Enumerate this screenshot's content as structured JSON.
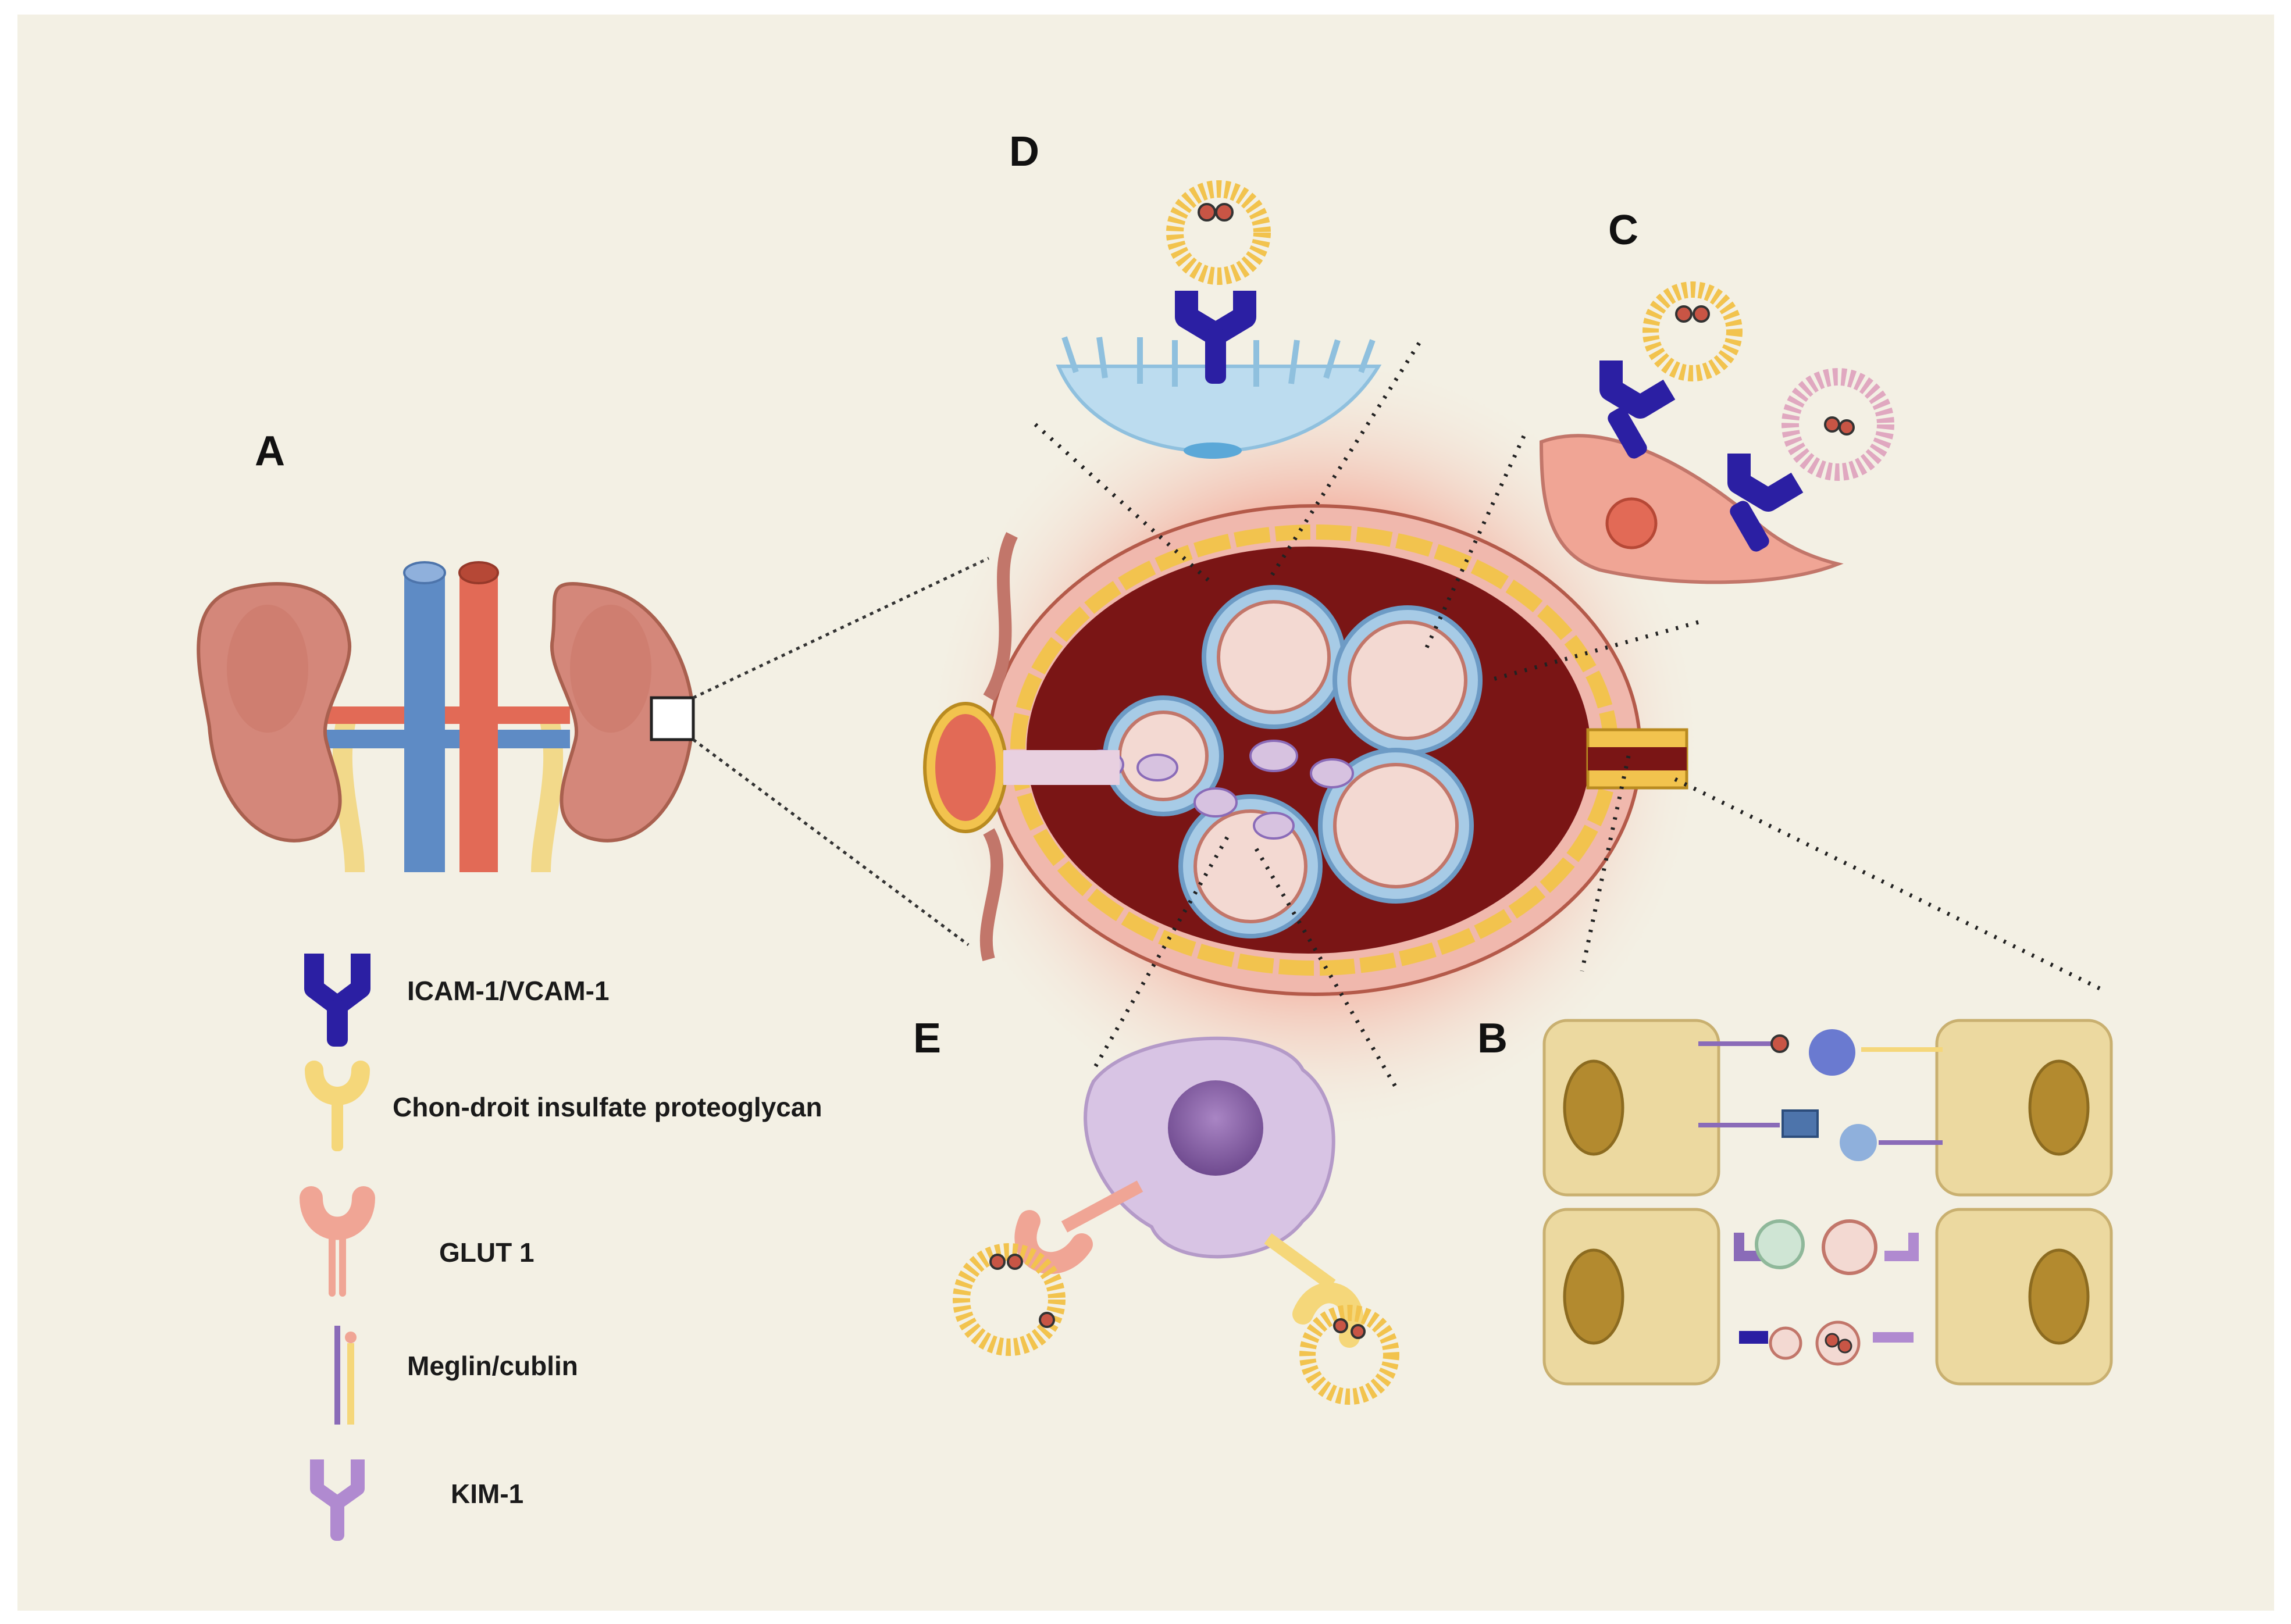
{
  "panels": {
    "a": "A",
    "b": "B",
    "c": "C",
    "d": "D",
    "e": "E"
  },
  "legend": {
    "icam": "ICAM-1/VCAM-1",
    "chondroitin": "Chon-droit insulfate proteoglycan",
    "glut1": "GLUT 1",
    "megalin": "Meglin/cublin",
    "kim1": "KIM-1"
  },
  "colors": {
    "background": "#f3f0e4",
    "icam_receptor": "#2b1fa3",
    "chondroitin_receptor": "#f5d77a",
    "glut1_receptor": "#f0a595",
    "megalin_receptor": "#8a6bb8",
    "kim1_receptor": "#b08ad0",
    "kidney": "#d4877a",
    "vein": "#5b86c2",
    "artery": "#df6450",
    "nanoparticle": "#f2c34e",
    "tubular_cell": "#ecd9a0",
    "capillary_blue": "#a7cbe6",
    "dark_red": "#7a1515"
  }
}
